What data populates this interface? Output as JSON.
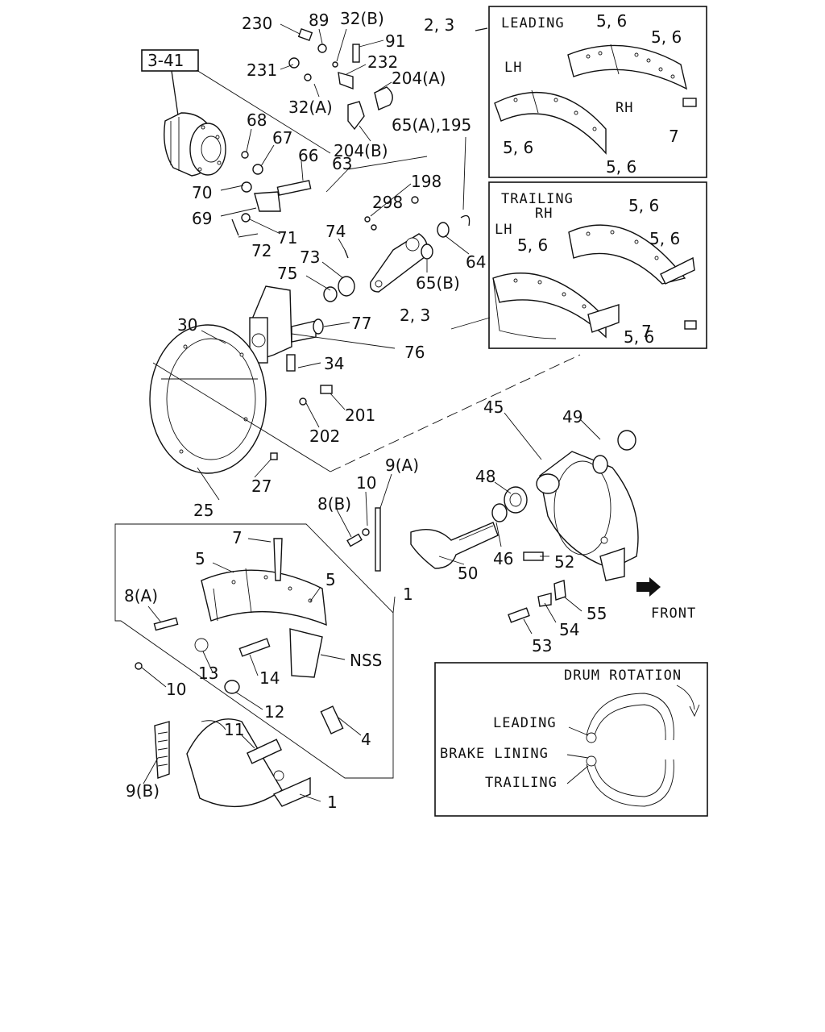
{
  "ref_box": "3-41",
  "callouts": {
    "c230": "230",
    "c89": "89",
    "c32b": "32(B)",
    "c91": "91",
    "c231": "231",
    "c232": "232",
    "c204a": "204(A)",
    "c32a": "32(A)",
    "c68": "68",
    "c67": "67",
    "c204b": "204(B)",
    "c65a195": "65(A),195",
    "c66": "66",
    "c63": "63",
    "c198": "198",
    "c298": "298",
    "c70": "70",
    "c69": "69",
    "c71": "71",
    "c72": "72",
    "c74": "74",
    "c64": "64",
    "c75": "75",
    "c73": "73",
    "c65b": "65(B)",
    "c30": "30",
    "c77": "77",
    "c76": "76",
    "c34": "34",
    "c201": "201",
    "c202": "202",
    "c45": "45",
    "c49": "49",
    "c27": "27",
    "c25": "25",
    "c9a": "9(A)",
    "c10a": "10",
    "c8b": "8(B)",
    "c48": "48",
    "c46": "46",
    "c50": "50",
    "c52": "52",
    "c7": "7",
    "c5a": "5",
    "c5b": "5",
    "c1a": "1",
    "c8a": "8(A)",
    "c55": "55",
    "c54": "54",
    "c53": "53",
    "nss": "NSS",
    "c13": "13",
    "c14": "14",
    "c10b": "10",
    "c12": "12",
    "c11": "11",
    "c4": "4",
    "c9b": "9(B)",
    "c1b": "1",
    "c23a": "2, 3",
    "c23b": "2, 3"
  },
  "leading_box": {
    "title": "LEADING",
    "lh": "LH",
    "rh": "RH",
    "c56a": "5, 6",
    "c56b": "5, 6",
    "c56c": "5, 6",
    "c56d": "5, 6",
    "c7": "7"
  },
  "trailing_box": {
    "title": "TRAILING",
    "rh": "RH",
    "lh": "LH",
    "c56a": "5, 6",
    "c56b": "5, 6",
    "c56c": "5, 6",
    "c56d": "5, 6",
    "c7": "7"
  },
  "front_label": "FRONT",
  "rotation_box": {
    "title": "DRUM ROTATION",
    "leading": "LEADING",
    "brake_lining": "BRAKE LINING",
    "trailing": "TRAILING"
  }
}
